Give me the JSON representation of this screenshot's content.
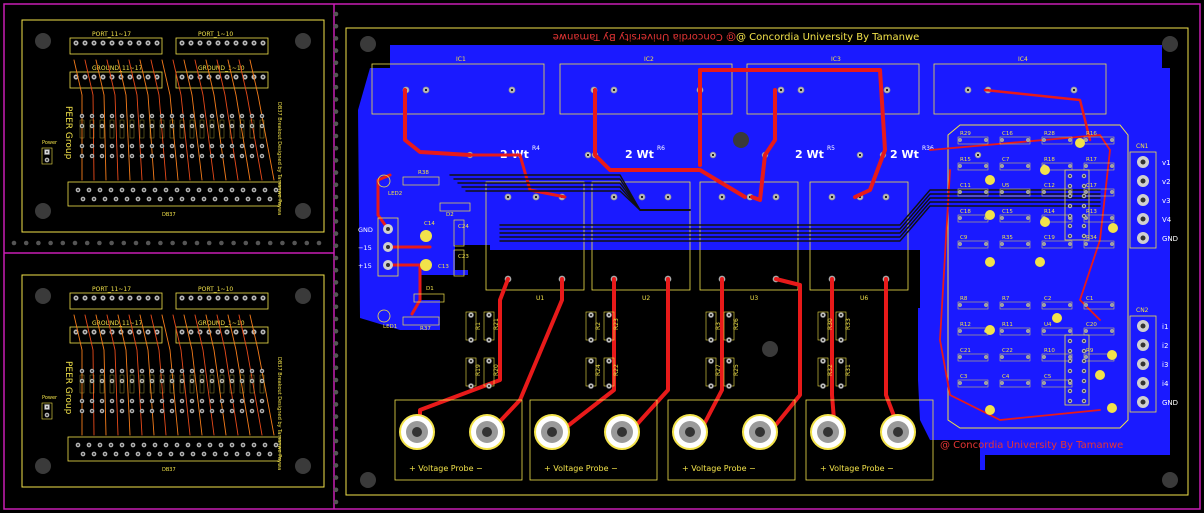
{
  "title_top": "@ Concordia University By Tamanwe",
  "title_top_mirrored": "@ Concordia University By Tamanwe",
  "title_bottom": "@ Concordia University By Tamanwe",
  "colors": {
    "board": "#000000",
    "copper_bottom": "#1a1aff",
    "copper_top": "#ff1a1a",
    "silk": "#f2e24a",
    "outline": "#c81eb4",
    "pad": "#b8b8b8"
  },
  "breakouts": [
    {
      "port_a": "PORT_11~17",
      "port_b": "PORT_1~10",
      "ground_a": "GROUND_11~17",
      "ground_b": "GROUND_1~10",
      "group": "PEER Group",
      "power": "Power",
      "designer": "DB37 Breakout Designed by Tamanwe Paywa",
      "connector": "DB37"
    },
    {
      "port_a": "PORT_11~17",
      "port_b": "PORT_1~10",
      "ground_a": "GROUND_11~17",
      "ground_b": "GROUND_1~10",
      "group": "PEER Group",
      "power": "Power",
      "designer": "DB37 Breakout Designed by Tamanwe Paywa",
      "connector": "DB37"
    }
  ],
  "ic_labels": [
    "IC1",
    "IC2",
    "IC3",
    "IC4"
  ],
  "wattage_labels": [
    "2 Wt",
    "2 Wt",
    "2 Wt",
    "2 Wt"
  ],
  "resistor_power_labels": [
    "R4",
    "R6",
    "R5",
    "R36"
  ],
  "u_labels": [
    "U1",
    "U2",
    "U3",
    "U6"
  ],
  "probe_label": "+ Voltage Probe −",
  "probe_count": 4,
  "power_in": [
    "GND",
    "−15",
    "+15"
  ],
  "power_parts": [
    "LED2",
    "R38",
    "C14",
    "D2",
    "C24",
    "C23",
    "C13",
    "D1",
    "LED1",
    "R37"
  ],
  "cn1_pins": [
    "v1",
    "v2",
    "v3",
    "V4",
    "GND"
  ],
  "cn2_pins": [
    "i1",
    "i2",
    "i3",
    "i4",
    "GND"
  ],
  "cn1_label": "CN1",
  "cn2_label": "CN2",
  "divider_resistors": [
    [
      "R1",
      "R21",
      "R19",
      "R20"
    ],
    [
      "R2",
      "R23",
      "R24",
      "R22"
    ],
    [
      "R3",
      "R26",
      "R27",
      "R25"
    ],
    [
      "R30",
      "R33",
      "R32",
      "R31"
    ]
  ],
  "amp_parts_upper": [
    "R29",
    "C16",
    "R28",
    "R16",
    "R15",
    "C7",
    "R18",
    "R17",
    "C11",
    "U5",
    "C12",
    "C17",
    "C18",
    "C15",
    "R14",
    "R13",
    "C9",
    "R35",
    "C19",
    "R34"
  ],
  "amp_parts_lower": [
    "R8",
    "R7",
    "C2",
    "C1",
    "R12",
    "R11",
    "U4",
    "C20",
    "C21",
    "C22",
    "R10",
    "R9",
    "C3",
    "C4",
    "C5"
  ]
}
